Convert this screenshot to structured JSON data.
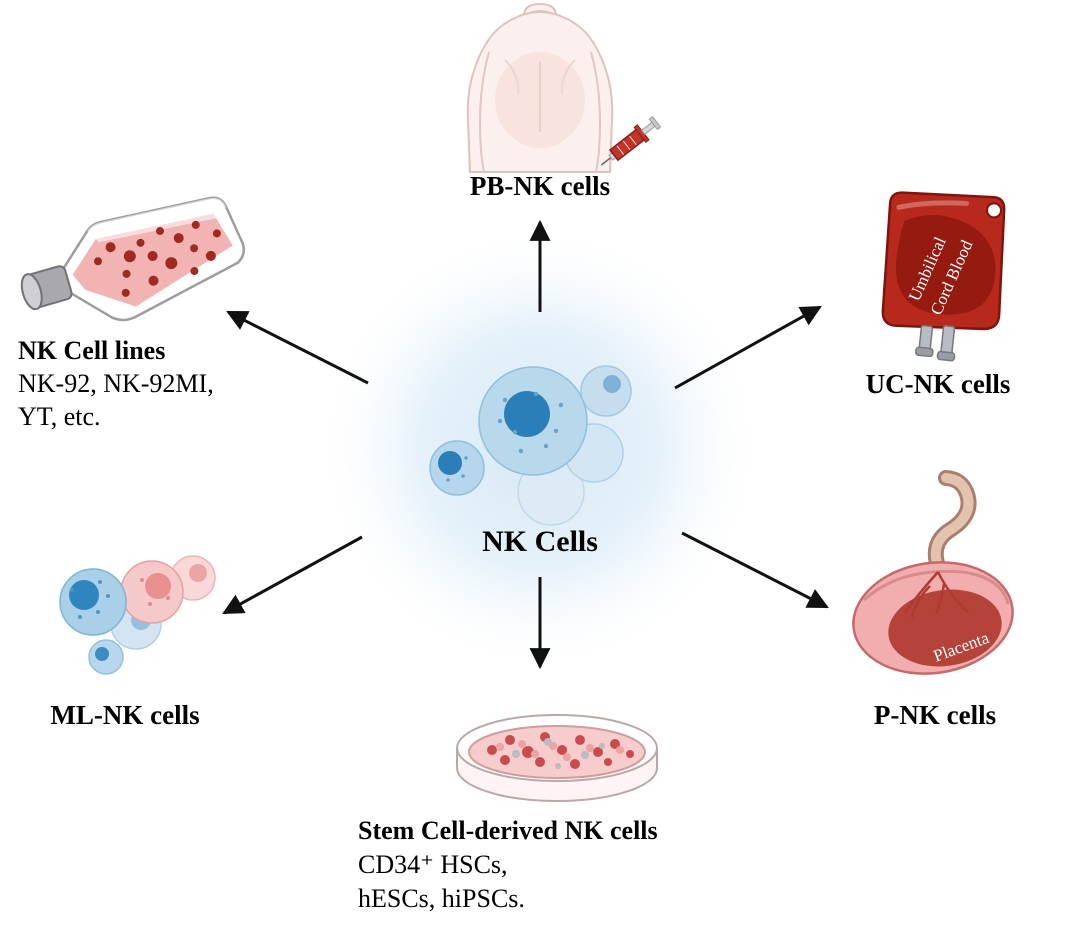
{
  "center": {
    "label": "NK Cells"
  },
  "nodes": {
    "pb": {
      "label": "PB-NK cells"
    },
    "cell_lines": {
      "label": "NK Cell lines",
      "details": [
        "NK-92, NK-92MI,",
        "YT, etc."
      ]
    },
    "uc": {
      "label": "UC-NK cells",
      "bag_line1": "Umbilical",
      "bag_line2": "Cord Blood"
    },
    "ml": {
      "label": "ML-NK cells"
    },
    "placenta": {
      "label": "P-NK cells",
      "organ_label": "Placenta"
    },
    "stem": {
      "label": "Stem Cell-derived NK cells",
      "details": [
        "CD34⁺ HSCs,",
        "hESCs, hiPSCs."
      ]
    }
  },
  "colors": {
    "cell_blue": "#2b7fb8",
    "glow_blue": "#d9e9f5",
    "blood_red": "#b7281d",
    "media_pink": "#f2b3b3",
    "arrow_black": "#111111"
  }
}
